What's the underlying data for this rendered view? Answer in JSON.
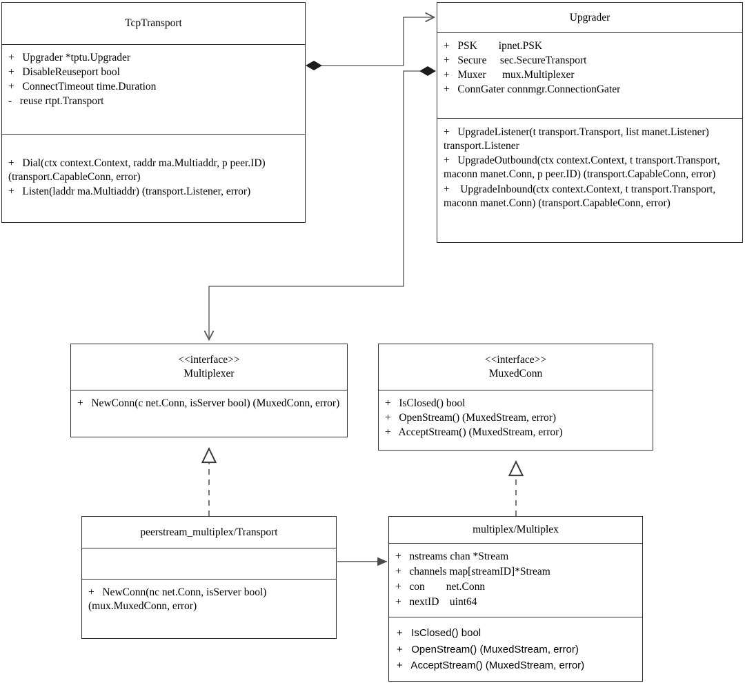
{
  "diagram": {
    "title": "libp2p transport and stream multiplexer UML class diagram",
    "type": "uml-class-diagram",
    "stroke_color": "#2b2b2b",
    "connector_color": "#555555",
    "background": "#ffffff"
  },
  "classes": {
    "tcp_transport": {
      "name": "TcpTransport",
      "stereotype": "",
      "attributes": [
        "+   Upgrader *tptu.Upgrader",
        "+   DisableReuseport bool",
        "+   ConnectTimeout time.Duration",
        "-   reuse rtpt.Transport"
      ],
      "methods": [
        "+   Dial(ctx context.Context, raddr ma.Multiaddr, p peer.ID) (transport.CapableConn, error)",
        "+   Listen(laddr ma.Multiaddr) (transport.Listener, error)"
      ]
    },
    "upgrader": {
      "name": "Upgrader",
      "stereotype": "",
      "attributes": [
        "+   PSK        ipnet.PSK",
        "+   Secure     sec.SecureTransport",
        "+   Muxer      mux.Multiplexer",
        "+   ConnGater connmgr.ConnectionGater"
      ],
      "methods": [
        "+   UpgradeListener(t transport.Transport, list manet.Listener) transport.Listener",
        "+   UpgradeOutbound(ctx context.Context, t transport.Transport, maconn manet.Conn, p peer.ID) (transport.CapableConn, error)",
        "+    UpgradeInbound(ctx context.Context, t transport.Transport, maconn manet.Conn) (transport.CapableConn, error)"
      ]
    },
    "multiplexer": {
      "name": "Multiplexer",
      "stereotype": "<<interface>>",
      "attributes": [],
      "methods": [
        "+   NewConn(c net.Conn, isServer bool) (MuxedConn, error)"
      ]
    },
    "muxed_conn": {
      "name": "MuxedConn",
      "stereotype": "<<interface>>",
      "attributes": [],
      "methods": [
        "+   IsClosed() bool",
        "+   OpenStream() (MuxedStream, error)",
        "+   AcceptStream() (MuxedStream, error)"
      ]
    },
    "peerstream_multiplex_transport": {
      "name": "peerstream_multiplex/Transport",
      "stereotype": "",
      "attributes": [],
      "methods": [
        "+   NewConn(nc net.Conn, isServer bool) (mux.MuxedConn, error)"
      ]
    },
    "multiplex_multiplex": {
      "name": "multiplex/Multiplex",
      "stereotype": "",
      "attributes": [
        "+   nstreams chan *Stream",
        "+   channels map[streamID]*Stream",
        "+   con        net.Conn",
        "+   nextID    uint64"
      ],
      "methods": [
        "+   IsClosed() bool",
        "+   OpenStream() (MuxedStream, error)",
        "+   AcceptStream() (MuxedStream, error)"
      ]
    }
  },
  "relationships": [
    {
      "name": "tcptransport-composes-upgrader",
      "kind": "composition",
      "from": "tcp_transport",
      "to": "upgrader",
      "source_marker": "filled-diamond",
      "target_marker": "open-arrow"
    },
    {
      "name": "upgrader-composes-multiplexer",
      "kind": "composition",
      "from": "upgrader",
      "to": "multiplexer",
      "source_marker": "filled-diamond",
      "target_marker": "open-arrow"
    },
    {
      "name": "peerstream-realizes-multiplexer",
      "kind": "realization",
      "from": "peerstream_multiplex_transport",
      "to": "multiplexer",
      "source_marker": "none",
      "target_marker": "hollow-triangle",
      "line_style": "dashed"
    },
    {
      "name": "multiplex-realizes-muxedconn",
      "kind": "realization",
      "from": "multiplex_multiplex",
      "to": "muxed_conn",
      "source_marker": "none",
      "target_marker": "hollow-triangle",
      "line_style": "dashed"
    },
    {
      "name": "peerstream-association-multiplex",
      "kind": "association",
      "from": "peerstream_multiplex_transport",
      "to": "multiplex_multiplex",
      "source_marker": "none",
      "target_marker": "filled-arrow",
      "line_style": "solid"
    }
  ]
}
